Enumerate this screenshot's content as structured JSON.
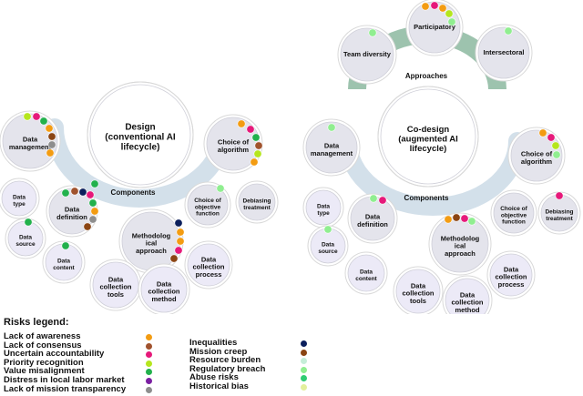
{
  "colors": {
    "lack_of_awareness": "#f39c12",
    "lack_of_consensus": "#a0522d",
    "uncertain_accountability": "#e6197a",
    "priority_recognition": "#b5e61d",
    "value_misalignment": "#22b14c",
    "distress_local_labor_market": "#7b1fa2",
    "lack_of_mission_transparency": "#8e8e8e",
    "inequalities": "#0b1f5c",
    "mission_creep": "#8b4513",
    "resource_burden": "#c5eed8",
    "regulatory_breach": "#90ee90",
    "abuse_risks": "#2ecc71",
    "historical_bias": "#e3ef9c",
    "arc_blue": "#d3e0ea",
    "arc_green": "#9dc3ae"
  },
  "left": {
    "center": "Design (conventional AI lifecycle)",
    "center_lines": [
      "Design",
      "(conventional AI",
      "lifecycle)"
    ],
    "components_label": "Components",
    "data_management": [
      "Data",
      "management"
    ],
    "choice_algorithm": [
      "Choice of",
      "algorithm"
    ],
    "choice_objective": [
      "Choice of",
      "objective",
      "function"
    ],
    "debiasing": [
      "Debiasing",
      "treatment"
    ],
    "data_type": [
      "Data",
      "type"
    ],
    "data_definition": [
      "Data",
      "definition"
    ],
    "data_source": [
      "Data",
      "source"
    ],
    "data_content": [
      "Data",
      "content"
    ],
    "methodological": [
      "Methodolog",
      "ical",
      "approach"
    ],
    "collection_tools": [
      "Data",
      "collection",
      "tools"
    ],
    "collection_method": [
      "Data",
      "collection",
      "method"
    ],
    "collection_process": [
      "Data",
      "collection",
      "process"
    ]
  },
  "right": {
    "center": "Co-design (augmented AI lifecycle)",
    "center_lines": [
      "Co-design",
      "(augmented AI",
      "lifecycle)"
    ],
    "approaches_label": "Approaches",
    "components_label": "Components",
    "participatory": "Participatory",
    "team_diversity": "Team diversity",
    "intersectoral": "Intersectoral",
    "data_management": [
      "Data",
      "management"
    ],
    "choice_algorithm": [
      "Choice of",
      "algorithm"
    ],
    "choice_objective": [
      "Choice of",
      "objective",
      "function"
    ],
    "debiasing": [
      "Debiasing",
      "treatment"
    ],
    "data_type": [
      "Data",
      "type"
    ],
    "data_definition": [
      "Data",
      "definition"
    ],
    "data_source": [
      "Data",
      "source"
    ],
    "data_content": [
      "Data",
      "content"
    ],
    "methodological": [
      "Methodolog",
      "ical",
      "approach"
    ],
    "collection_tools": [
      "Data",
      "collection",
      "tools"
    ],
    "collection_method": [
      "Data",
      "collection",
      "method"
    ],
    "collection_process": [
      "Data",
      "collection",
      "process"
    ]
  },
  "legend": {
    "title": "Risks legend:",
    "col1": [
      {
        "label": "Lack of awareness",
        "color": "#f39c12"
      },
      {
        "label": "Lack of consensus",
        "color": "#a0522d"
      },
      {
        "label": "Uncertain accountability",
        "color": "#e6197a"
      },
      {
        "label": "Priority recognition",
        "color": "#b5e61d"
      },
      {
        "label": "Value misalignment",
        "color": "#22b14c"
      },
      {
        "label": "Distress in local labor market",
        "color": "#7b1fa2"
      },
      {
        "label": "Lack of mission transparency",
        "color": "#8e8e8e"
      }
    ],
    "col2": [
      {
        "label": "Inequalities",
        "color": "#0b1f5c"
      },
      {
        "label": "Mission creep",
        "color": "#8b4513"
      },
      {
        "label": "Resource burden",
        "color": "#c5eed8"
      },
      {
        "label": "Regulatory breach",
        "color": "#90ee90"
      },
      {
        "label": "Abuse risks",
        "color": "#2ecc71"
      },
      {
        "label": "Historical bias",
        "color": "#e3ef9c"
      }
    ]
  }
}
